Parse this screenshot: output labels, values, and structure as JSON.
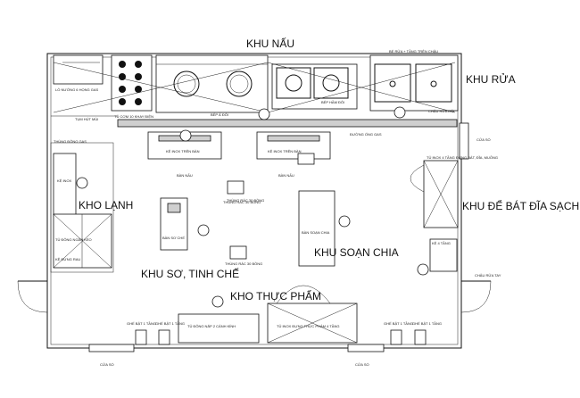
{
  "zones": {
    "cooking": "KHU NẤU",
    "washing": "KHU RỬA",
    "cold": "KHO LẠNH",
    "dish_clean": "KHU ĐỂ BÁT ĐĨA SẠCH",
    "prep_split": "KHU SOẠN CHIA",
    "preliminary": "KHU SƠ, TINH CHẾ",
    "food_store": "KHO THỰC PHẨM"
  },
  "labels": {
    "gas_oven": "LÒ NƯỚNG 6 HỌNG GAS",
    "rice_cabinet": "TỦ CƠM 10 KHAY ĐIỆN",
    "hood": "TỤM HÚT MÙI",
    "stove_a": "BẾP Á ĐÔI",
    "stove_stew": "BẾP HẦM ĐÔI",
    "sink_note": "BỂ RỬA + TẦNG TRÊN CHẬU",
    "sink_shelf": "CHẬU RỬA ĐÔI",
    "gas_pipe": "ĐƯỜNG ỐNG GAS",
    "wall_shelf_1": "KỆ INOX TRÊN BÀN",
    "wall_shelf_2": "KỆ INOX TRÊN BÀN",
    "cook_table_1": "BÀN NẤU",
    "cook_table_2": "BÀN NẤU",
    "steam_table": "THÙNG RÁC 30 BỒNG",
    "smoke_channel": "MƯƠNG THOÁT SÀN",
    "window_right": "CỬA SỔ",
    "dish_cabinet": "TỦ INOX 4 TẦNG ĐỰNG BÁT, ĐĨA, MUỖNG",
    "shelf_4": "KỆ 4 TẦNG",
    "freezer": "THÙNG ĐÔNG GAS",
    "cold_cab": "TỦ ĐÔNG NGĂN KÉO",
    "cold_left": "KỆ INOX",
    "cold_shelf": "KỆ ĐỰNG RAU",
    "rice_wash": "BÀN SƠ CHẾ",
    "trash_1": "THÙNG RÁC 30 BỒNG",
    "trash_2": "THÙNG RÁC 30 BỒNG",
    "prep_table": "BÀN SOẠN CHIA",
    "chair_1": "GHẾ BẬT 1 TẦNG",
    "chair_2": "GHẾ BẬT 1 TẦNG",
    "chair_3": "GHẾ BẬT 1 TẦNG",
    "chair_4": "GHẾ BẬT 1 TẦNG",
    "fridge_2door": "TỦ ĐÔNG NẮP 2 CÁNH KÍNH",
    "inox_cabinet": "TỦ INOX ĐỰNG THỰC PHẨM 4 TẦNG",
    "window_bottom_1": "CỬA SỔ",
    "window_bottom_2": "CỬA SỔ",
    "drain_right": "CHẬU RỬA TAY"
  }
}
